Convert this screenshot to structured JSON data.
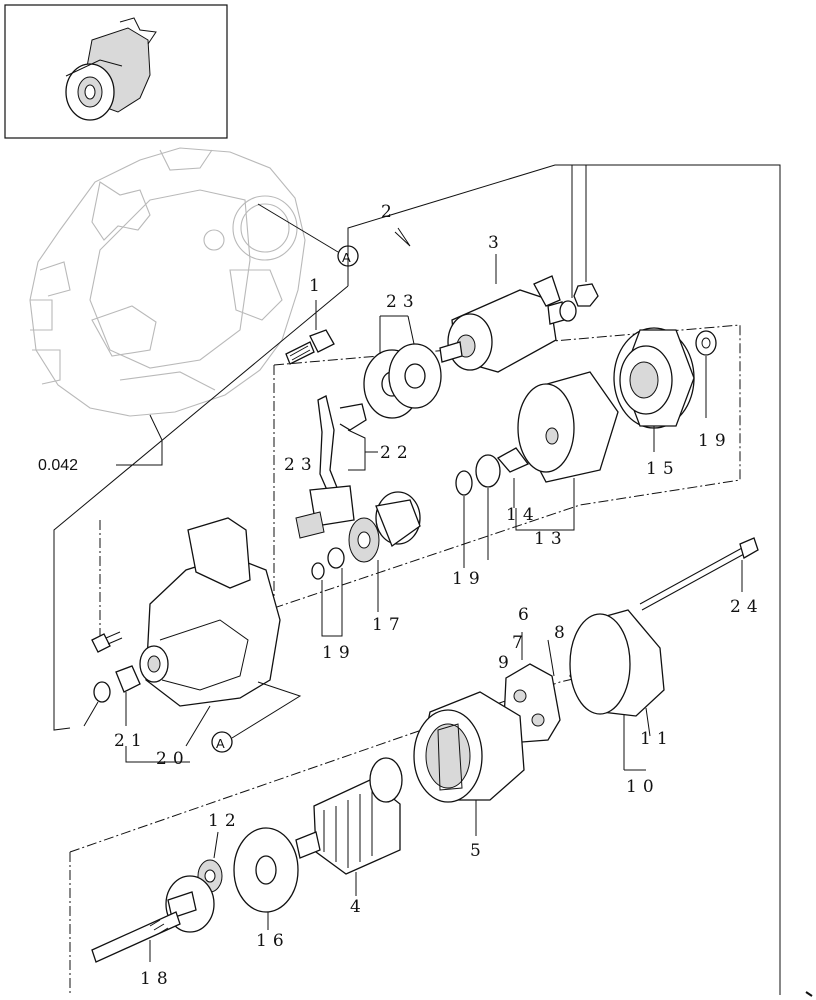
{
  "reference_label": "0.042",
  "callout_letter": "A",
  "part_labels": {
    "p1": "1",
    "p2": "2",
    "p3": "3",
    "p4": "4",
    "p5": "5",
    "p6": "6",
    "p7": "7",
    "p8": "8",
    "p9": "9",
    "p10": "10",
    "p11": "11",
    "p12": "12",
    "p13": "13",
    "p14": "14",
    "p15": "15",
    "p16": "16",
    "p17": "17",
    "p18": "18",
    "p19": "19",
    "p20": "20",
    "p21": "21",
    "p22": "22",
    "p23": "23",
    "p24": "24"
  },
  "colors": {
    "line": "#111111",
    "ghost": "#b9b9b9",
    "fill": "#ffffff",
    "shade": "#d9d9d9"
  }
}
